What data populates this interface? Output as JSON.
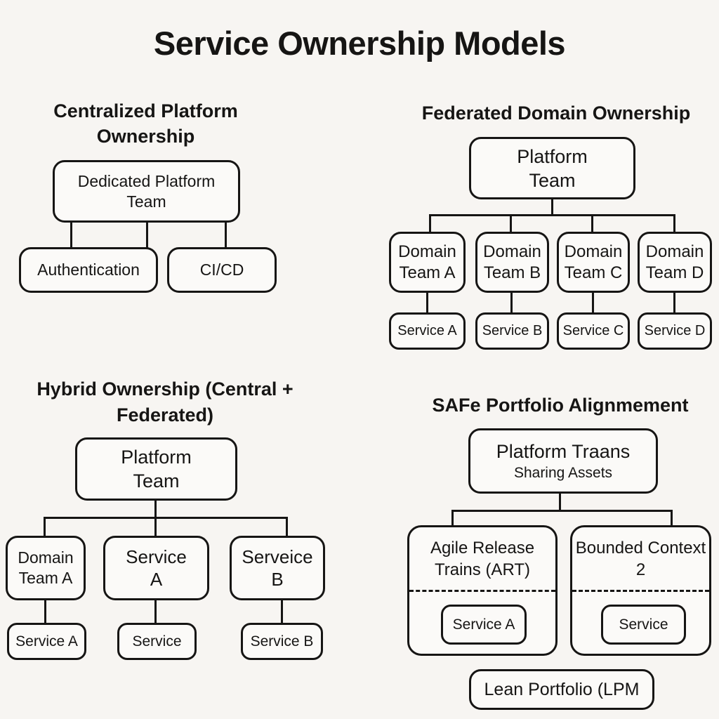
{
  "title": "Service Ownership Models",
  "colors": {
    "background": "#f7f5f2",
    "ink": "#161514",
    "box_fill": "#fbfaf8"
  },
  "centralized": {
    "heading_line1": "Centralized Platform",
    "heading_line2": "Ownership",
    "root_line1": "Dedicated Platform",
    "root_line2": "Team",
    "child_left": "Authentication",
    "child_right": "CI/CD"
  },
  "federated": {
    "heading": "Federated Domain Ownership",
    "root_line1": "Platform",
    "root_line2": "Team",
    "teams": [
      {
        "line1": "Domain",
        "line2": "Team A"
      },
      {
        "line1": "Domain",
        "line2": "Team B"
      },
      {
        "line1": "Domain",
        "line2": "Team C"
      },
      {
        "line1": "Domain",
        "line2": "Team D"
      }
    ],
    "services": [
      "Service A",
      "Service B",
      "Service C",
      "Service D"
    ]
  },
  "hybrid": {
    "heading_line1": "Hybrid Ownership",
    "heading_line2": "(Central + Federated)",
    "root_line1": "Platform",
    "root_line2": "Team",
    "mid": [
      {
        "line1": "Domain",
        "line2": "Team A"
      },
      {
        "line1": "Service",
        "line2": "A"
      },
      {
        "line1": "Serveice",
        "line2": "B"
      }
    ],
    "services": [
      "Service A",
      "Service",
      "Service B"
    ]
  },
  "safe": {
    "heading": "SAFe Portfolio Alignmement",
    "root_line1": "Platform Traans",
    "root_line2": "Sharing Assets",
    "containers": [
      {
        "label_line1": "Agile Release",
        "label_line2": "Trains (ART)",
        "service": "Service A"
      },
      {
        "label_line1": "Bounded",
        "label_line2": "Context 2",
        "service": "Service"
      }
    ],
    "footer": "Lean Portfolio (LPM"
  }
}
